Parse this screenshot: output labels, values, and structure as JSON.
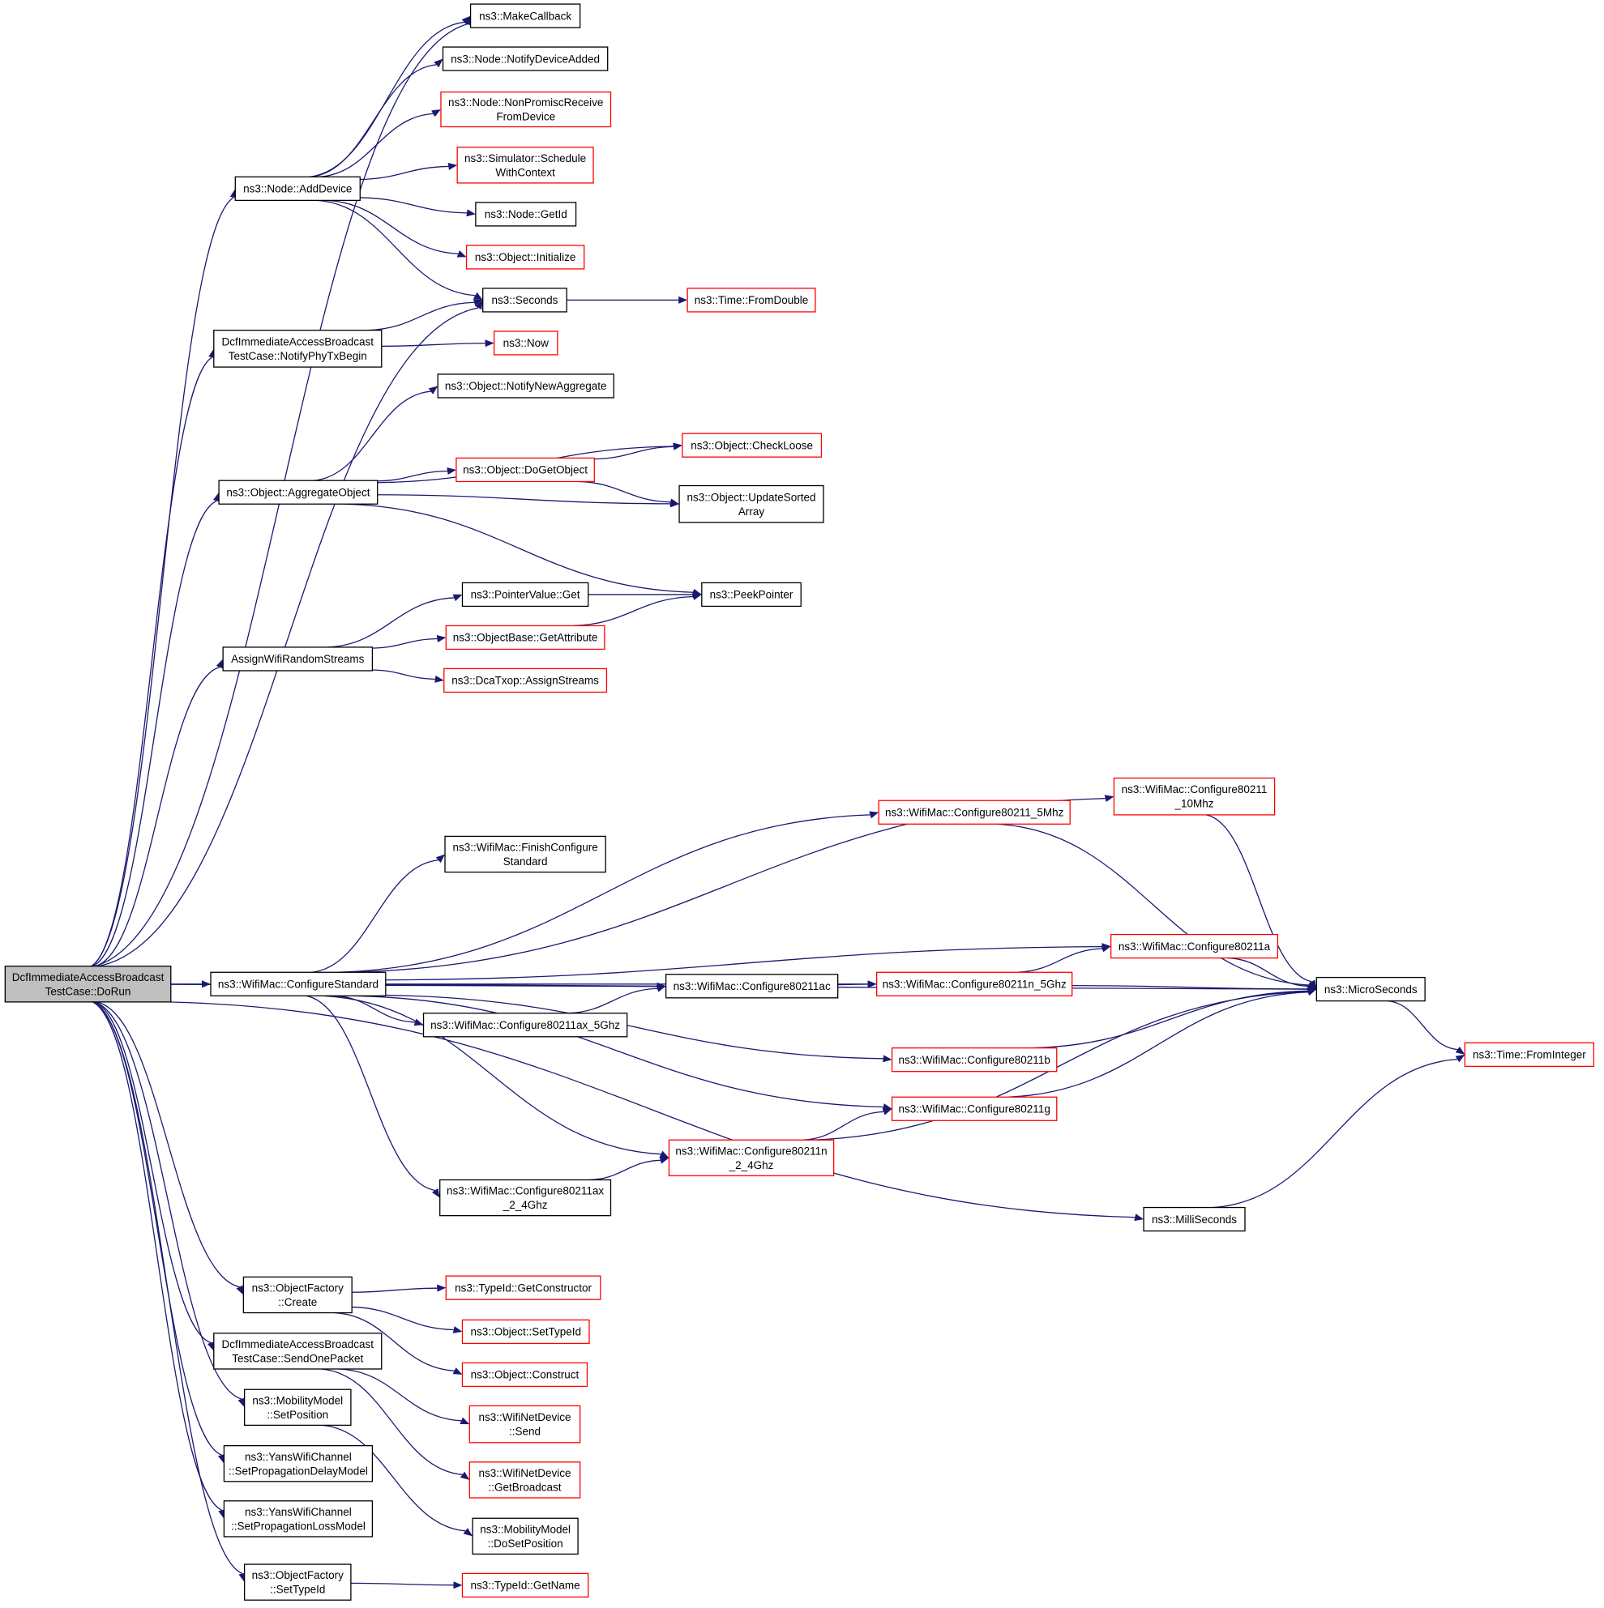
{
  "nodes": [
    {
      "id": "root",
      "lines": [
        "DcfImmediateAccessBroadcast",
        "TestCase::DoRun"
      ],
      "style": "root"
    },
    {
      "id": "makecb",
      "lines": [
        "ns3::MakeCallback"
      ],
      "style": "normal"
    },
    {
      "id": "notifydev",
      "lines": [
        "ns3::Node::NotifyDeviceAdded"
      ],
      "style": "normal"
    },
    {
      "id": "nonprom",
      "lines": [
        "ns3::Node::NonPromiscReceive",
        "FromDevice"
      ],
      "style": "red"
    },
    {
      "id": "schedctx",
      "lines": [
        "ns3::Simulator::Schedule",
        "WithContext"
      ],
      "style": "red"
    },
    {
      "id": "adddev",
      "lines": [
        "ns3::Node::AddDevice"
      ],
      "style": "normal"
    },
    {
      "id": "getid",
      "lines": [
        "ns3::Node::GetId"
      ],
      "style": "normal"
    },
    {
      "id": "objinit",
      "lines": [
        "ns3::Object::Initialize"
      ],
      "style": "red"
    },
    {
      "id": "seconds",
      "lines": [
        "ns3::Seconds"
      ],
      "style": "normal"
    },
    {
      "id": "fromdouble",
      "lines": [
        "ns3::Time::FromDouble"
      ],
      "style": "red"
    },
    {
      "id": "notifyphy",
      "lines": [
        "DcfImmediateAccessBroadcast",
        "TestCase::NotifyPhyTxBegin"
      ],
      "style": "normal"
    },
    {
      "id": "now",
      "lines": [
        "ns3::Now"
      ],
      "style": "red"
    },
    {
      "id": "notifyagg",
      "lines": [
        "ns3::Object::NotifyNewAggregate"
      ],
      "style": "normal"
    },
    {
      "id": "checkloose",
      "lines": [
        "ns3::Object::CheckLoose"
      ],
      "style": "red"
    },
    {
      "id": "dogetobj",
      "lines": [
        "ns3::Object::DoGetObject"
      ],
      "style": "red"
    },
    {
      "id": "aggobj",
      "lines": [
        "ns3::Object::AggregateObject"
      ],
      "style": "normal"
    },
    {
      "id": "updsorted",
      "lines": [
        "ns3::Object::UpdateSorted",
        "Array"
      ],
      "style": "normal"
    },
    {
      "id": "pvget",
      "lines": [
        "ns3::PointerValue::Get"
      ],
      "style": "normal"
    },
    {
      "id": "peekptr",
      "lines": [
        "ns3::PeekPointer"
      ],
      "style": "normal"
    },
    {
      "id": "getattr",
      "lines": [
        "ns3::ObjectBase::GetAttribute"
      ],
      "style": "red"
    },
    {
      "id": "assignwifi",
      "lines": [
        "AssignWifiRandomStreams"
      ],
      "style": "normal"
    },
    {
      "id": "dcaassign",
      "lines": [
        "ns3::DcaTxop::AssignStreams"
      ],
      "style": "red"
    },
    {
      "id": "c10mhz",
      "lines": [
        "ns3::WifiMac::Configure80211",
        "_10Mhz"
      ],
      "style": "red"
    },
    {
      "id": "c5mhz",
      "lines": [
        "ns3::WifiMac::Configure80211_5Mhz"
      ],
      "style": "red"
    },
    {
      "id": "finishcfg",
      "lines": [
        "ns3::WifiMac::FinishConfigure",
        "Standard"
      ],
      "style": "normal"
    },
    {
      "id": "c80211a",
      "lines": [
        "ns3::WifiMac::Configure80211a"
      ],
      "style": "red"
    },
    {
      "id": "cfgstd",
      "lines": [
        "ns3::WifiMac::ConfigureStandard"
      ],
      "style": "normal"
    },
    {
      "id": "c80211ac",
      "lines": [
        "ns3::WifiMac::Configure80211ac"
      ],
      "style": "normal"
    },
    {
      "id": "c80211n5",
      "lines": [
        "ns3::WifiMac::Configure80211n_5Ghz"
      ],
      "style": "red"
    },
    {
      "id": "micro",
      "lines": [
        "ns3::MicroSeconds"
      ],
      "style": "normal"
    },
    {
      "id": "c80211ax5",
      "lines": [
        "ns3::WifiMac::Configure80211ax_5Ghz"
      ],
      "style": "normal"
    },
    {
      "id": "frominteger",
      "lines": [
        "ns3::Time::FromInteger"
      ],
      "style": "red"
    },
    {
      "id": "c80211b",
      "lines": [
        "ns3::WifiMac::Configure80211b"
      ],
      "style": "red"
    },
    {
      "id": "c80211g",
      "lines": [
        "ns3::WifiMac::Configure80211g"
      ],
      "style": "red"
    },
    {
      "id": "c80211n24",
      "lines": [
        "ns3::WifiMac::Configure80211n",
        "_2_4Ghz"
      ],
      "style": "red"
    },
    {
      "id": "c80211ax24",
      "lines": [
        "ns3::WifiMac::Configure80211ax",
        "_2_4Ghz"
      ],
      "style": "normal"
    },
    {
      "id": "milli",
      "lines": [
        "ns3::MilliSeconds"
      ],
      "style": "normal"
    },
    {
      "id": "ofcreate",
      "lines": [
        "ns3::ObjectFactory",
        "::Create"
      ],
      "style": "normal"
    },
    {
      "id": "getctor",
      "lines": [
        "ns3::TypeId::GetConstructor"
      ],
      "style": "red"
    },
    {
      "id": "settypeid",
      "lines": [
        "ns3::Object::SetTypeId"
      ],
      "style": "red"
    },
    {
      "id": "sendone",
      "lines": [
        "DcfImmediateAccessBroadcast",
        "TestCase::SendOnePacket"
      ],
      "style": "normal"
    },
    {
      "id": "construct",
      "lines": [
        "ns3::Object::Construct"
      ],
      "style": "red"
    },
    {
      "id": "mmsetpos",
      "lines": [
        "ns3::MobilityModel",
        "::SetPosition"
      ],
      "style": "normal"
    },
    {
      "id": "wndsend",
      "lines": [
        "ns3::WifiNetDevice",
        "::Send"
      ],
      "style": "red"
    },
    {
      "id": "ywcdelay",
      "lines": [
        "ns3::YansWifiChannel",
        "::SetPropagationDelayModel"
      ],
      "style": "normal"
    },
    {
      "id": "wndbcast",
      "lines": [
        "ns3::WifiNetDevice",
        "::GetBroadcast"
      ],
      "style": "red"
    },
    {
      "id": "ywcloss",
      "lines": [
        "ns3::YansWifiChannel",
        "::SetPropagationLossModel"
      ],
      "style": "normal"
    },
    {
      "id": "mmdosetpos",
      "lines": [
        "ns3::MobilityModel",
        "::DoSetPosition"
      ],
      "style": "normal"
    },
    {
      "id": "ofsettypeid",
      "lines": [
        "ns3::ObjectFactory",
        "::SetTypeId"
      ],
      "style": "normal"
    },
    {
      "id": "getname",
      "lines": [
        "ns3::TypeId::GetName"
      ],
      "style": "red"
    }
  ],
  "edges": [
    [
      "root",
      "makecb"
    ],
    [
      "root",
      "adddev"
    ],
    [
      "root",
      "seconds"
    ],
    [
      "root",
      "notifyphy"
    ],
    [
      "root",
      "aggobj"
    ],
    [
      "root",
      "assignwifi"
    ],
    [
      "root",
      "micro"
    ],
    [
      "root",
      "cfgstd"
    ],
    [
      "root",
      "milli"
    ],
    [
      "root",
      "ofcreate"
    ],
    [
      "root",
      "sendone"
    ],
    [
      "root",
      "mmsetpos"
    ],
    [
      "root",
      "ywcdelay"
    ],
    [
      "root",
      "ywcloss"
    ],
    [
      "root",
      "ofsettypeid"
    ],
    [
      "adddev",
      "makecb"
    ],
    [
      "adddev",
      "notifydev"
    ],
    [
      "adddev",
      "nonprom"
    ],
    [
      "adddev",
      "schedctx"
    ],
    [
      "adddev",
      "getid"
    ],
    [
      "adddev",
      "objinit"
    ],
    [
      "adddev",
      "seconds"
    ],
    [
      "seconds",
      "fromdouble"
    ],
    [
      "notifyphy",
      "seconds"
    ],
    [
      "notifyphy",
      "now"
    ],
    [
      "aggobj",
      "notifyagg"
    ],
    [
      "aggobj",
      "checkloose"
    ],
    [
      "aggobj",
      "dogetobj"
    ],
    [
      "aggobj",
      "updsorted"
    ],
    [
      "aggobj",
      "peekptr"
    ],
    [
      "dogetobj",
      "checkloose"
    ],
    [
      "dogetobj",
      "updsorted"
    ],
    [
      "assignwifi",
      "pvget"
    ],
    [
      "assignwifi",
      "getattr"
    ],
    [
      "assignwifi",
      "dcaassign"
    ],
    [
      "pvget",
      "peekptr"
    ],
    [
      "getattr",
      "peekptr"
    ],
    [
      "cfgstd",
      "c10mhz"
    ],
    [
      "cfgstd",
      "c5mhz"
    ],
    [
      "cfgstd",
      "finishcfg"
    ],
    [
      "cfgstd",
      "c80211a"
    ],
    [
      "cfgstd",
      "c80211n5"
    ],
    [
      "cfgstd",
      "c80211ac"
    ],
    [
      "cfgstd",
      "c80211ax5"
    ],
    [
      "cfgstd",
      "c80211b"
    ],
    [
      "cfgstd",
      "c80211g"
    ],
    [
      "cfgstd",
      "c80211n24"
    ],
    [
      "cfgstd",
      "c80211ax24"
    ],
    [
      "c10mhz",
      "micro"
    ],
    [
      "c5mhz",
      "micro"
    ],
    [
      "c80211a",
      "micro"
    ],
    [
      "c80211ac",
      "c80211n5"
    ],
    [
      "c80211n5",
      "c80211a"
    ],
    [
      "c80211n5",
      "micro"
    ],
    [
      "c80211ax5",
      "c80211ac"
    ],
    [
      "c80211b",
      "micro"
    ],
    [
      "c80211g",
      "micro"
    ],
    [
      "c80211n24",
      "c80211g"
    ],
    [
      "c80211n24",
      "micro"
    ],
    [
      "c80211ax24",
      "c80211n24"
    ],
    [
      "micro",
      "frominteger"
    ],
    [
      "milli",
      "frominteger"
    ],
    [
      "ofcreate",
      "getctor"
    ],
    [
      "ofcreate",
      "settypeid"
    ],
    [
      "ofcreate",
      "construct"
    ],
    [
      "sendone",
      "wndsend"
    ],
    [
      "sendone",
      "wndbcast"
    ],
    [
      "mmsetpos",
      "mmdosetpos"
    ],
    [
      "ofsettypeid",
      "getname"
    ]
  ]
}
